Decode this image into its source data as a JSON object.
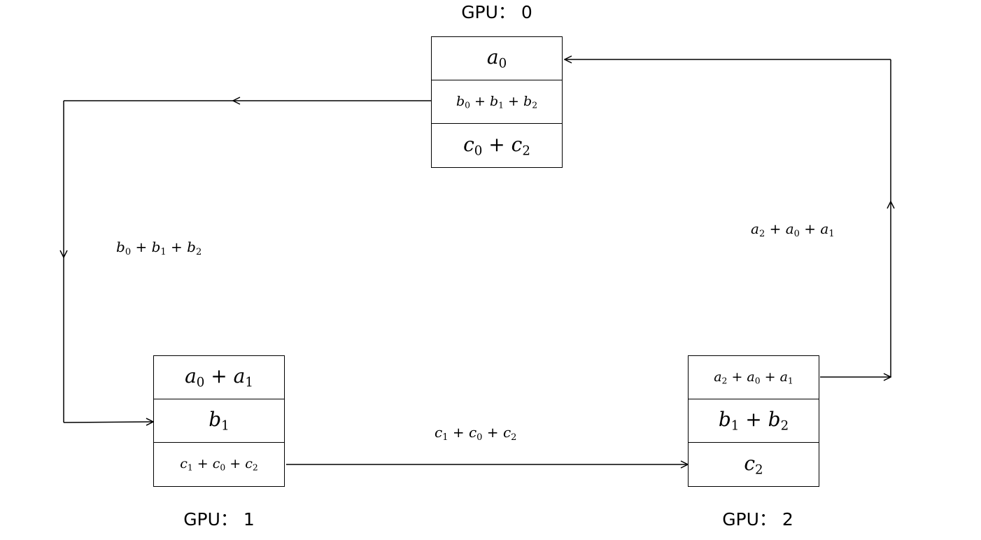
{
  "gpus": [
    {
      "label": "GPU： 0",
      "cells": [
        {
          "text": "a0",
          "terms": [
            {
              "v": "a",
              "s": "0"
            }
          ]
        },
        {
          "text": "b0 + b1 + b2",
          "terms": [
            {
              "v": "b",
              "s": "0"
            },
            {
              "v": "b",
              "s": "1"
            },
            {
              "v": "b",
              "s": "2"
            }
          ]
        },
        {
          "text": "c0 + c2",
          "terms": [
            {
              "v": "c",
              "s": "0"
            },
            {
              "v": "c",
              "s": "2"
            }
          ]
        }
      ]
    },
    {
      "label": "GPU： 1",
      "cells": [
        {
          "text": "a0 + a1",
          "terms": [
            {
              "v": "a",
              "s": "0"
            },
            {
              "v": "a",
              "s": "1"
            }
          ]
        },
        {
          "text": "b1",
          "terms": [
            {
              "v": "b",
              "s": "1"
            }
          ]
        },
        {
          "text": "c1 + c0 + c2",
          "terms": [
            {
              "v": "c",
              "s": "1"
            },
            {
              "v": "c",
              "s": "0"
            },
            {
              "v": "c",
              "s": "2"
            }
          ]
        }
      ]
    },
    {
      "label": "GPU： 2",
      "cells": [
        {
          "text": "a2 + a0 + a1",
          "terms": [
            {
              "v": "a",
              "s": "2"
            },
            {
              "v": "a",
              "s": "0"
            },
            {
              "v": "a",
              "s": "1"
            }
          ]
        },
        {
          "text": "b1 + b2",
          "terms": [
            {
              "v": "b",
              "s": "1"
            },
            {
              "v": "b",
              "s": "2"
            }
          ]
        },
        {
          "text": "c2",
          "terms": [
            {
              "v": "c",
              "s": "2"
            }
          ]
        }
      ]
    }
  ],
  "edges": [
    {
      "from": "GPU： 0",
      "to": "GPU： 1",
      "label": "b0 + b1 + b2",
      "terms": [
        {
          "v": "b",
          "s": "0"
        },
        {
          "v": "b",
          "s": "1"
        },
        {
          "v": "b",
          "s": "2"
        }
      ]
    },
    {
      "from": "GPU： 1",
      "to": "GPU： 2",
      "label": "c1 + c0 + c2",
      "terms": [
        {
          "v": "c",
          "s": "1"
        },
        {
          "v": "c",
          "s": "0"
        },
        {
          "v": "c",
          "s": "2"
        }
      ]
    },
    {
      "from": "GPU： 2",
      "to": "GPU： 0",
      "label": "a2 + a0 + a1",
      "terms": [
        {
          "v": "a",
          "s": "2"
        },
        {
          "v": "a",
          "s": "0"
        },
        {
          "v": "a",
          "s": "1"
        }
      ]
    }
  ]
}
